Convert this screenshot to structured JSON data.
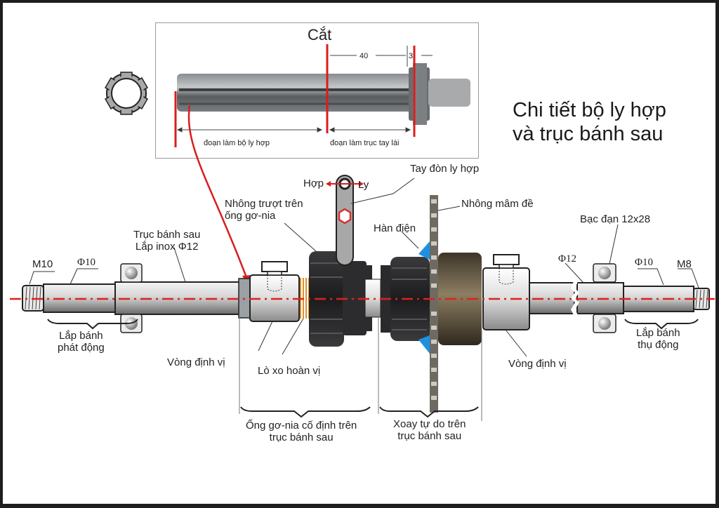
{
  "title": {
    "line1": "Chi tiết bộ ly hợp",
    "line2": "và trục bánh sau"
  },
  "inset_photo": {
    "cut_label": "Cắt",
    "dim_40": "40",
    "dim_3": "3",
    "segment_clutch": "đoạn làm bộ ly hợp",
    "segment_steering": "đoạn làm trục tay lái"
  },
  "labels": {
    "m10": "M10",
    "phi10_left": "Φ10",
    "mount_drive_l1": "Lắp bánh",
    "mount_drive_l2": "phát động",
    "rear_axle_l1": "Trục bánh sau",
    "rear_axle_l2": "Lắp inox Φ12",
    "locating_ring_left": "Vòng định vị",
    "return_spring": "Lò xo hoàn vị",
    "sliding_sprocket_l1": "Nhông trượt trên",
    "sliding_sprocket_l2": "ống gơ-nia",
    "engage": "Hợp",
    "disengage": "Ly",
    "clutch_lever": "Tay đòn ly hợp",
    "chainring_sprocket": "Nhông mâm đề",
    "electric_weld": "Hàn điện",
    "phi12": "Φ12",
    "bearing": "Bạc đạn 12x28",
    "phi10_right": "Φ10",
    "m8": "M8",
    "mount_driven_l1": "Lắp bánh",
    "mount_driven_l2": "thụ động",
    "locating_ring_right": "Vòng định vị",
    "fixed_sleeve_l1": "Ống gơ-nia cố định trên",
    "fixed_sleeve_l2": "trục bánh sau",
    "free_rotate_l1": "Xoay tự do trên",
    "free_rotate_l2": "trục bánh sau"
  },
  "colors": {
    "centerline": "#e02020",
    "cut_line": "#d81e1e",
    "weld": "#1e90e0",
    "spring": "#e0902a",
    "gear_dark": "#2a2a2c",
    "shaft": "#c8c8c8"
  }
}
